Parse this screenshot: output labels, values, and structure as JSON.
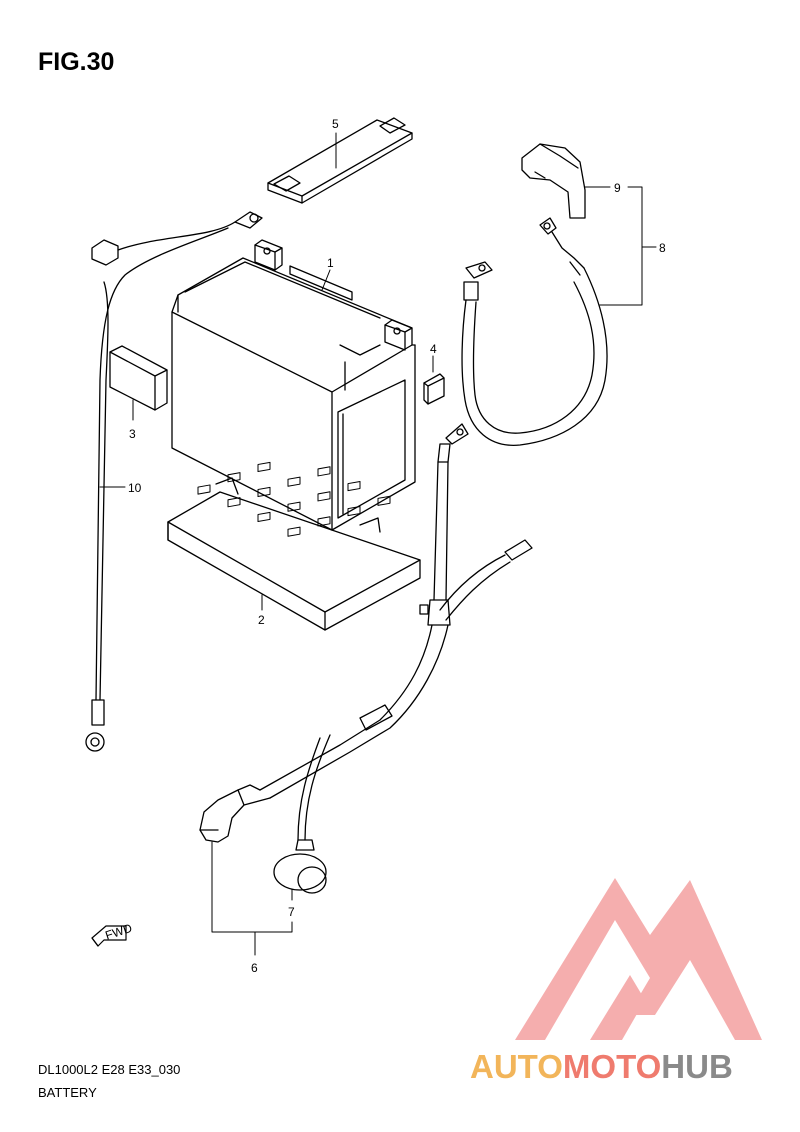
{
  "figure": {
    "title": "FIG.30"
  },
  "callouts": [
    {
      "id": "1",
      "text": "1"
    },
    {
      "id": "2",
      "text": "2"
    },
    {
      "id": "3",
      "text": "3"
    },
    {
      "id": "4",
      "text": "4"
    },
    {
      "id": "5",
      "text": "5"
    },
    {
      "id": "6",
      "text": "6"
    },
    {
      "id": "7",
      "text": "7"
    },
    {
      "id": "8",
      "text": "8"
    },
    {
      "id": "9",
      "text": "9"
    },
    {
      "id": "10",
      "text": "10"
    }
  ],
  "direction_marker": {
    "text": "FWD"
  },
  "footer": {
    "model_code": "DL1000L2 E28 E33_030",
    "section_name": "BATTERY"
  },
  "watermark": {
    "part1": "AUTO",
    "part2": "MOTO",
    "part3": "HUB",
    "colors": {
      "auto": "#f2b55a",
      "moto": "#ef7b6e",
      "hub": "#8a8a8a",
      "logo": "#f4a6a6"
    }
  }
}
